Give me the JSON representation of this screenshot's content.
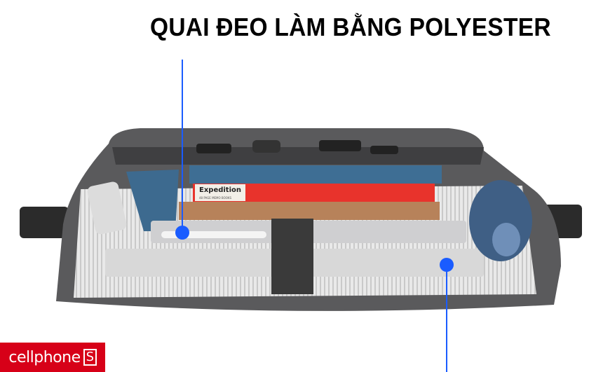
{
  "headline": "QUAI ĐEO LÀM BẰNG POLYESTER",
  "book": {
    "title": "Expedition",
    "subtitle": "48 PAGE MEMO BOOKS"
  },
  "logo": {
    "text": "cellphone",
    "mark": "S"
  },
  "colors": {
    "annotation": "#1a5cff",
    "logo_bg": "#d70018",
    "bag": "#5a5a5c"
  }
}
